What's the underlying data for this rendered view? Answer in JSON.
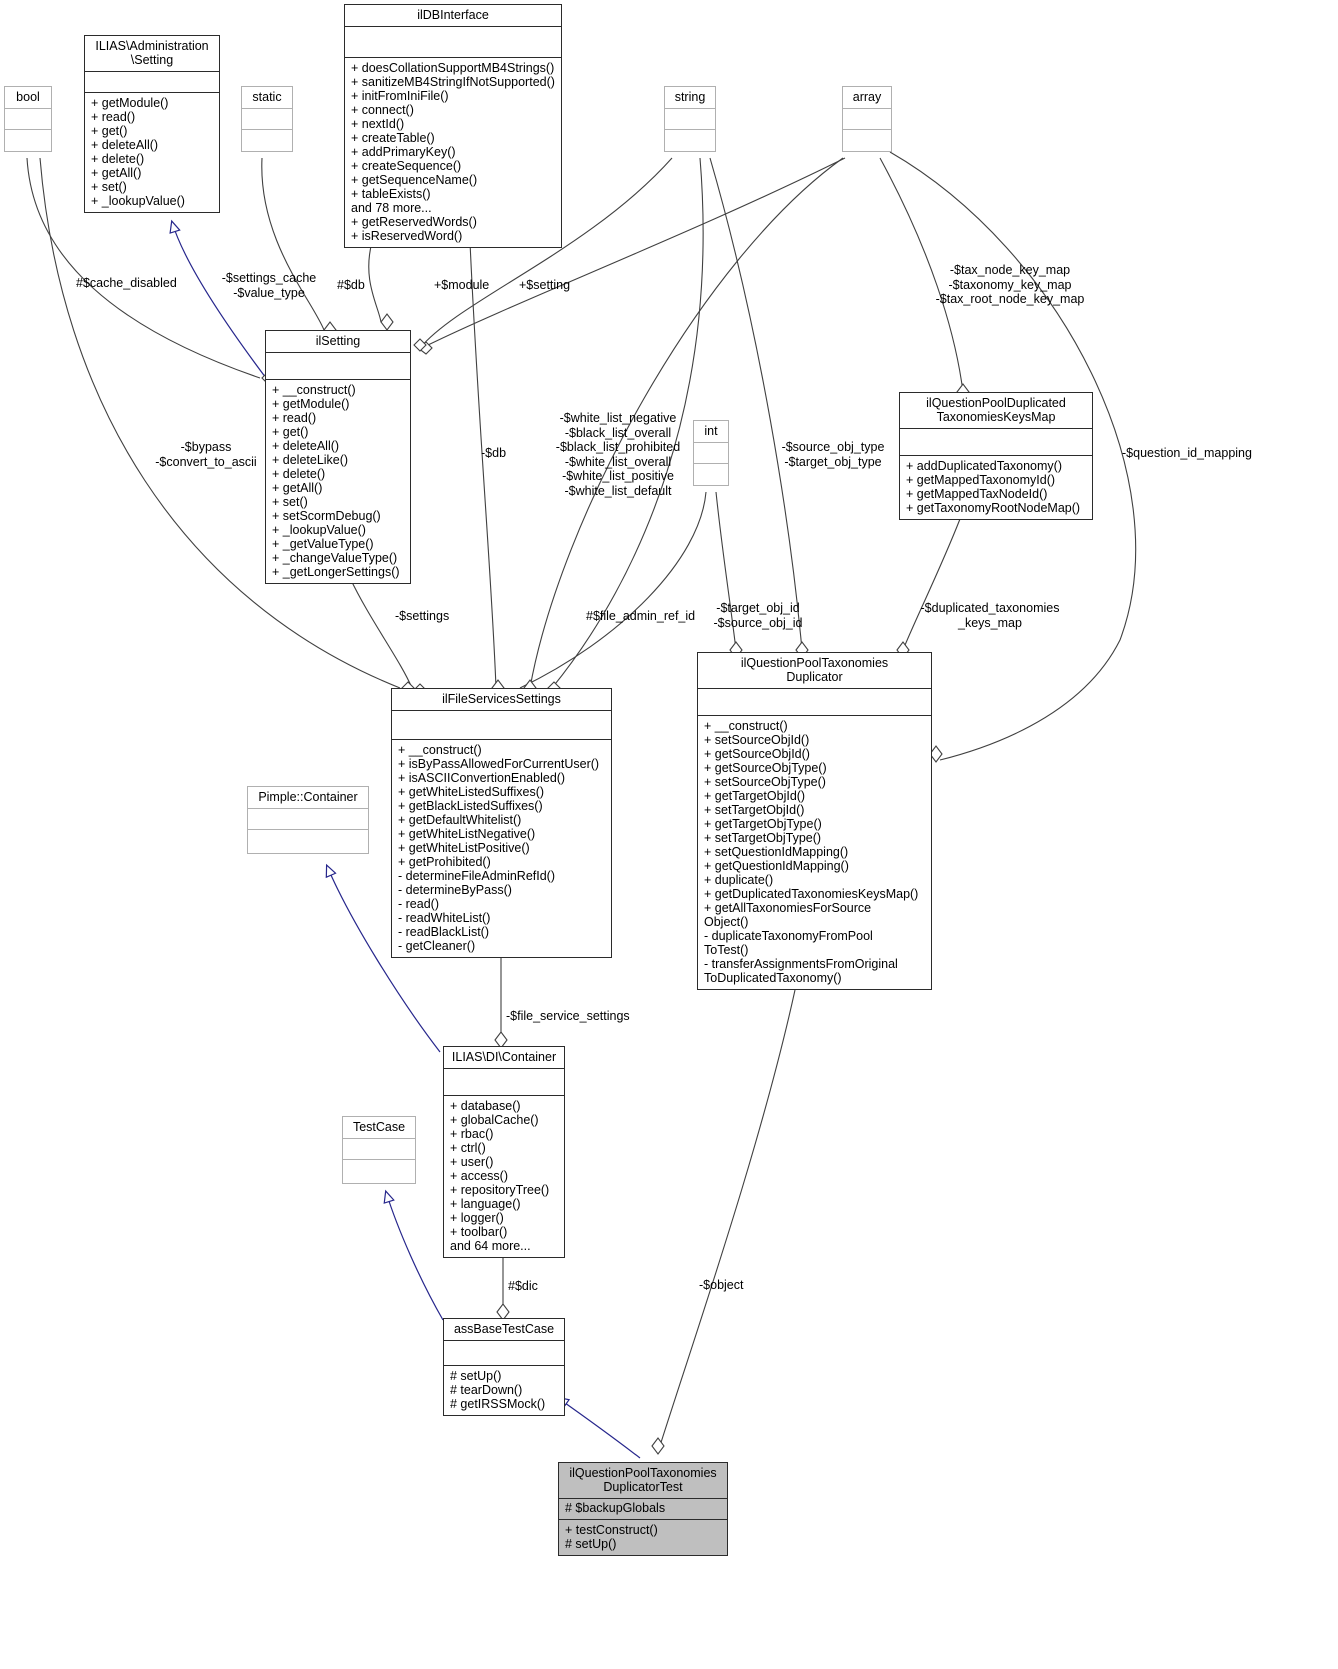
{
  "diagram": {
    "type": "uml-class-collaboration-diagram",
    "background": "#ffffff",
    "inheritance_color": "#26268c",
    "association_color": "#404040"
  },
  "classes": {
    "bool": {
      "title": "bool",
      "attrs": "",
      "ops": ""
    },
    "ilias_administration_setting": {
      "title": "ILIAS\\Administration\n\\Setting",
      "attrs": "",
      "ops": "+ getModule()\n+ read()\n+ get()\n+ deleteAll()\n+ delete()\n+ getAll()\n+ set()\n+ _lookupValue()"
    },
    "static": {
      "title": "static",
      "attrs": "",
      "ops": ""
    },
    "ildbinterface": {
      "title": "ilDBInterface",
      "attrs": "",
      "ops": "+ doesCollationSupportMB4Strings()\n+ sanitizeMB4StringIfNotSupported()\n+ initFromIniFile()\n+ connect()\n+ nextId()\n+ createTable()\n+ addPrimaryKey()\n+ createSequence()\n+ getSequenceName()\n+ tableExists()\nand 78 more...\n+ getReservedWords()\n+ isReservedWord()"
    },
    "string": {
      "title": "string",
      "attrs": "",
      "ops": ""
    },
    "array": {
      "title": "array",
      "attrs": "",
      "ops": ""
    },
    "ilsetting": {
      "title": "ilSetting",
      "attrs": "",
      "ops": "+ __construct()\n+ getModule()\n+ read()\n+ get()\n+ deleteAll()\n+ deleteLike()\n+ delete()\n+ getAll()\n+ set()\n+ setScormDebug()\n+ _lookupValue()\n+ _getValueType()\n+ _changeValueType()\n+ _getLongerSettings()"
    },
    "int": {
      "title": "int",
      "attrs": "",
      "ops": ""
    },
    "ilquestionpoolduplicatedtaxonomieskeysmap": {
      "title": "ilQuestionPoolDuplicated\nTaxonomiesKeysMap",
      "attrs": "",
      "ops": "+ addDuplicatedTaxonomy()\n+ getMappedTaxonomyId()\n+ getMappedTaxNodeId()\n+ getTaxonomyRootNodeMap()"
    },
    "ilfileservicessettings": {
      "title": "ilFileServicesSettings",
      "attrs": "",
      "ops": "+ __construct()\n+ isByPassAllowedForCurrentUser()\n+ isASCIIConvertionEnabled()\n+ getWhiteListedSuffixes()\n+ getBlackListedSuffixes()\n+ getDefaultWhitelist()\n+ getWhiteListNegative()\n+ getWhiteListPositive()\n+ getProhibited()\n- determineFileAdminRefId()\n- determineByPass()\n- read()\n- readWhiteList()\n- readBlackList()\n- getCleaner()"
    },
    "ilquestionpooltaxonomiesduplicator": {
      "title": "ilQuestionPoolTaxonomies\nDuplicator",
      "attrs": "",
      "ops": "+ __construct()\n+ setSourceObjId()\n+ getSourceObjId()\n+ getSourceObjType()\n+ setSourceObjType()\n+ getTargetObjId()\n+ setTargetObjId()\n+ getTargetObjType()\n+ setTargetObjType()\n+ setQuestionIdMapping()\n+ getQuestionIdMapping()\n+ duplicate()\n+ getDuplicatedTaxonomiesKeysMap()\n+ getAllTaxonomiesForSource\nObject()\n- duplicateTaxonomyFromPool\nToTest()\n- transferAssignmentsFromOriginal\nToDuplicatedTaxonomy()"
    },
    "pimple_container": {
      "title": "Pimple::Container",
      "attrs": "",
      "ops": ""
    },
    "ilias_di_container": {
      "title": "ILIAS\\DI\\Container",
      "attrs": "",
      "ops": "+ database()\n+ globalCache()\n+ rbac()\n+ ctrl()\n+ user()\n+ access()\n+ repositoryTree()\n+ language()\n+ logger()\n+ toolbar()\nand 64 more..."
    },
    "testcase": {
      "title": "TestCase",
      "attrs": "",
      "ops": ""
    },
    "assbasetestcase": {
      "title": "assBaseTestCase",
      "attrs": "",
      "ops": "# setUp()\n# tearDown()\n# getIRSSMock()"
    },
    "ilquestionpooltaxonomiesduplicatortest": {
      "title": "ilQuestionPoolTaxonomies\nDuplicatorTest",
      "attrs": "# $backupGlobals",
      "ops": "+ testConstruct()\n# setUp()"
    }
  },
  "edge_labels": {
    "cache_disabled": "#$cache_disabled",
    "settings_cache_value_type": "-$settings_cache\n-$value_type",
    "db_protected": "#$db",
    "module": "+$module",
    "setting": "+$setting",
    "tax_node_key_map": "-$tax_node_key_map\n-$taxonomy_key_map\n-$tax_root_node_key_map",
    "bypass_convert": "-$bypass\n-$convert_to_ascii",
    "white_black_lists": "-$white_list_negative\n-$black_list_overall\n-$black_list_prohibited\n-$white_list_overall\n-$white_list_positive\n-$white_list_default",
    "source_target_obj_type": "-$source_obj_type\n-$target_obj_type",
    "question_id_mapping": "-$question_id_mapping",
    "db_private": "-$db",
    "settings": "-$settings",
    "file_admin_ref_id": "#$file_admin_ref_id",
    "target_source_obj_id": "-$target_obj_id\n-$source_obj_id",
    "duplicated_taxonomies_keys_map": "-$duplicated_taxonomies\n_keys_map",
    "file_service_settings": "-$file_service_settings",
    "dic": "#$dic",
    "object": "-$object"
  }
}
